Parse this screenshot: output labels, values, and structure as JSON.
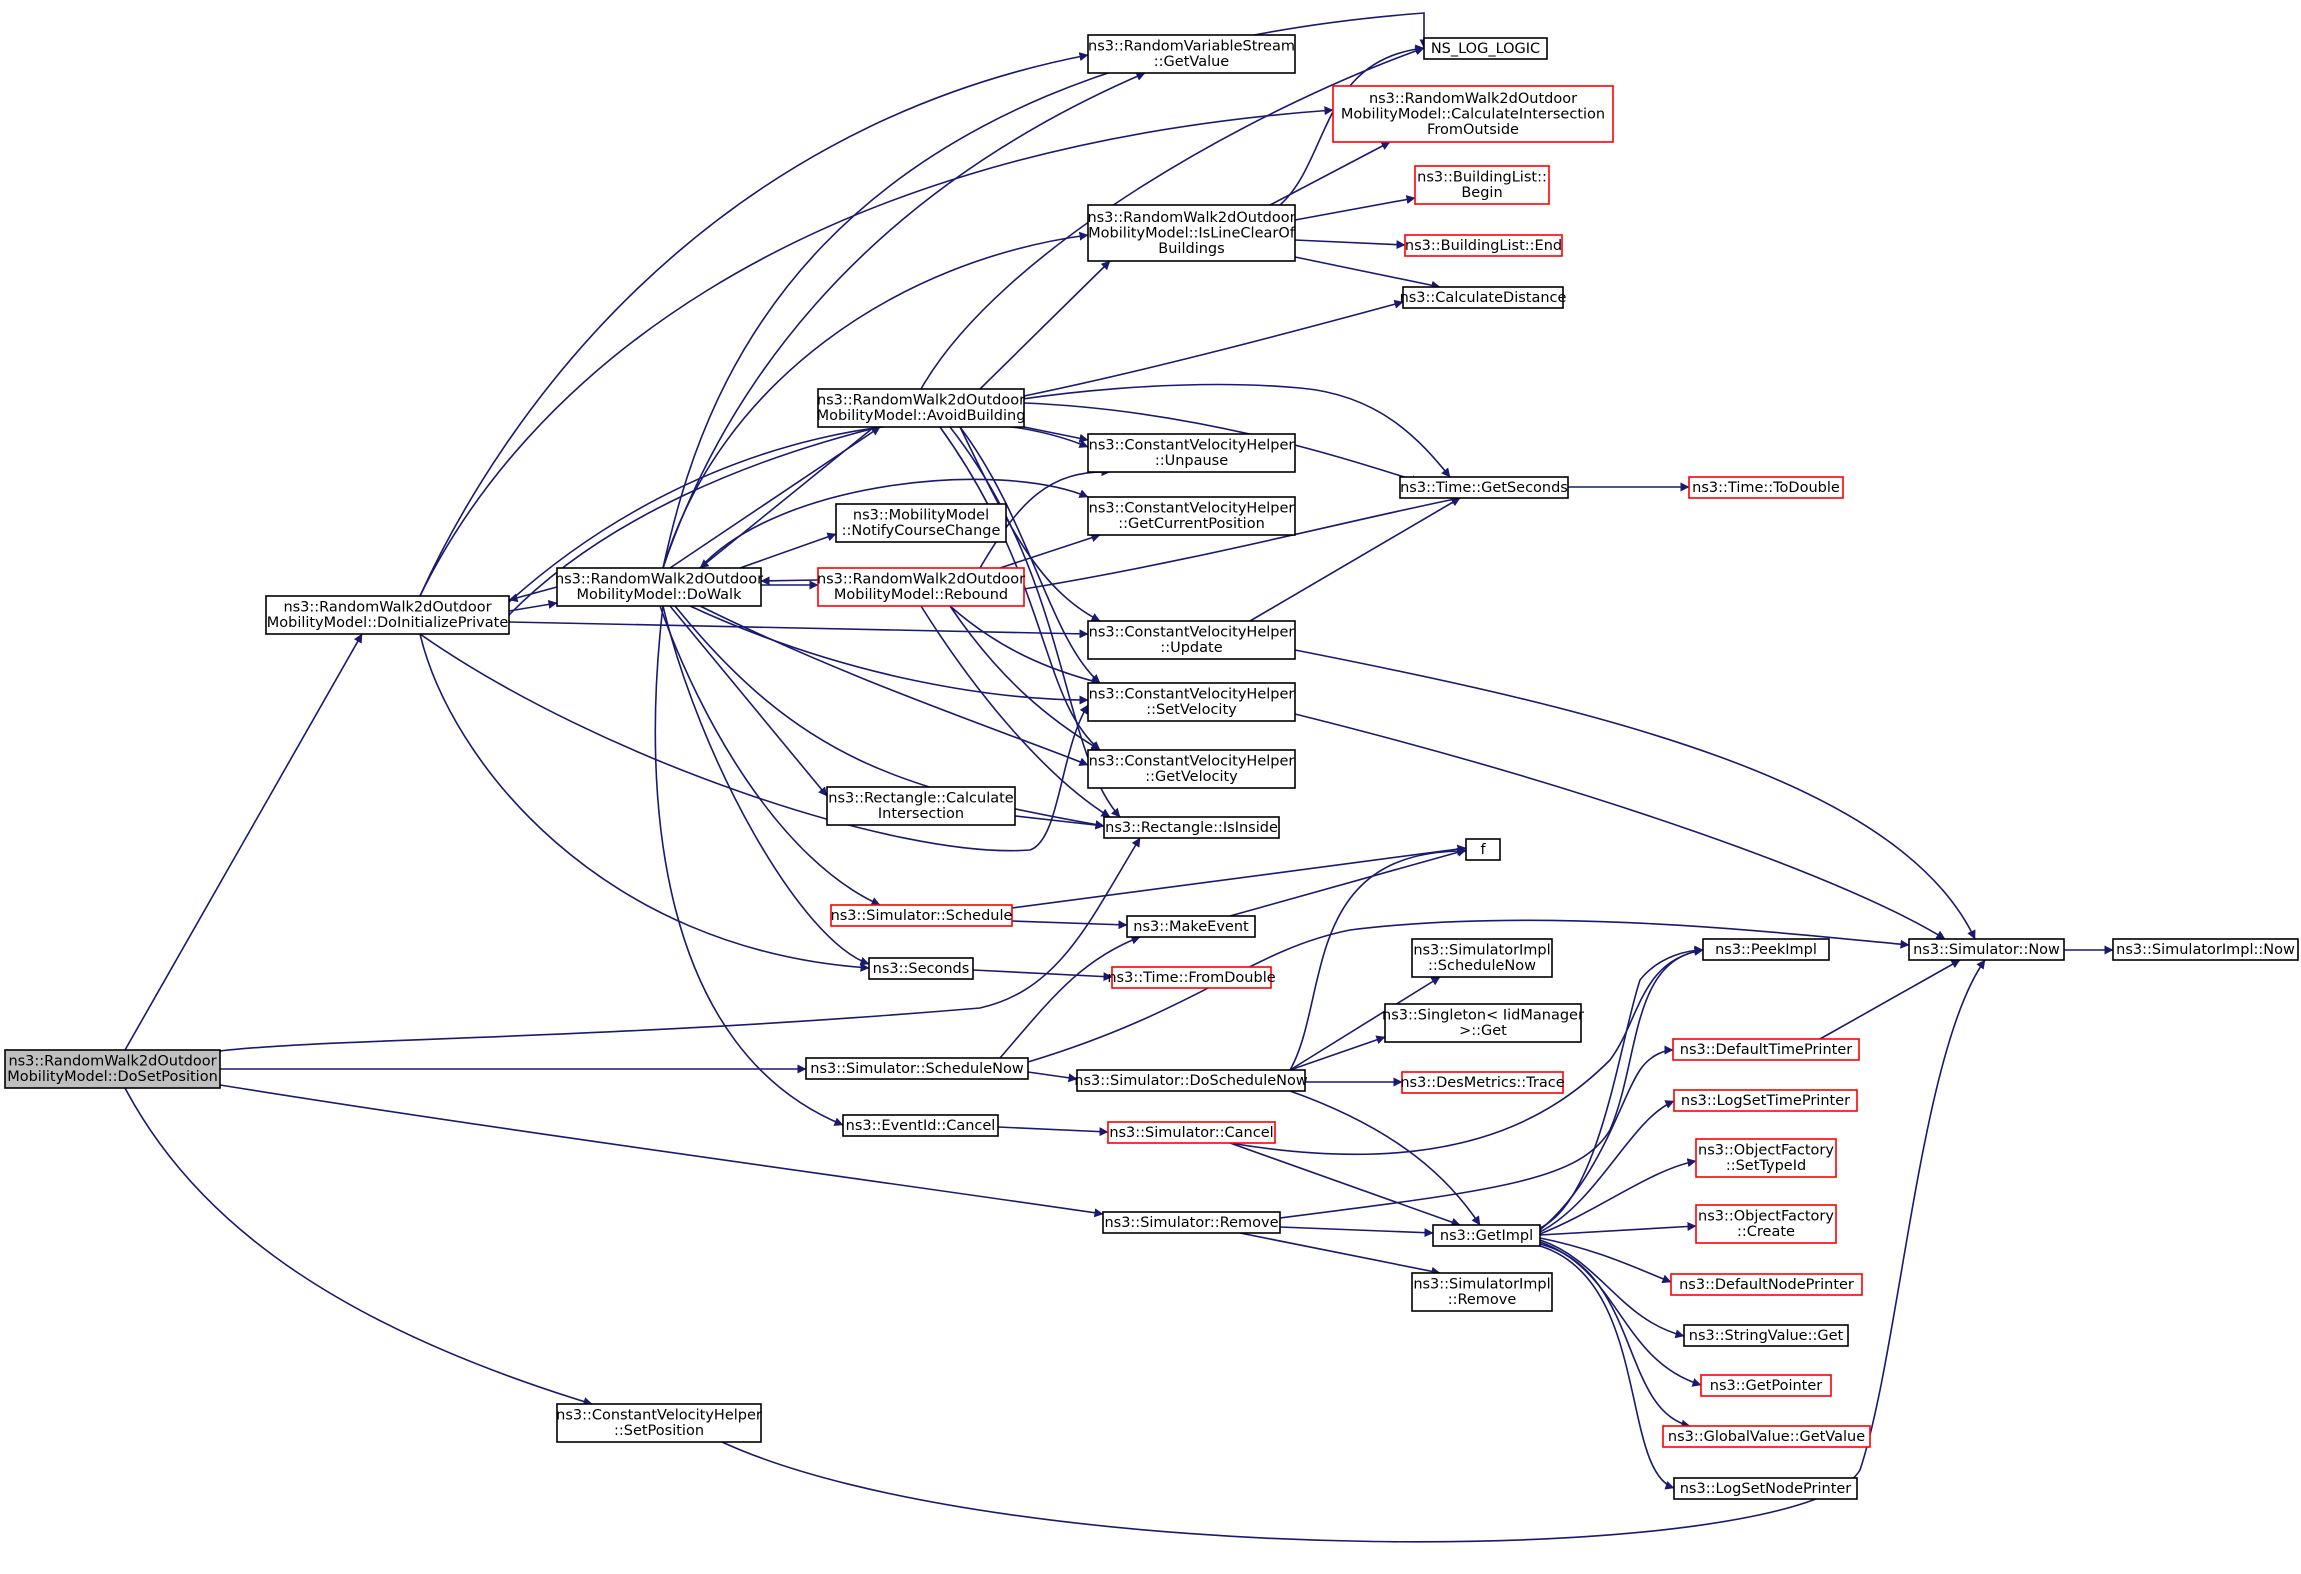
{
  "colors": {
    "edge": "#191970",
    "node_border": "#000000",
    "node_border_red": "#ff0000",
    "node_fill": "#ffffff",
    "root_fill": "#bfbfbf"
  },
  "nodes": [
    {
      "id": "doSetPosition",
      "lines": [
        "ns3::RandomWalk2dOutdoor",
        "MobilityModel::DoSetPosition"
      ],
      "style": "root"
    },
    {
      "id": "doInitializePrivate",
      "lines": [
        "ns3::RandomWalk2dOutdoor",
        "MobilityModel::DoInitializePrivate"
      ],
      "style": "black"
    },
    {
      "id": "doWalk",
      "lines": [
        "ns3::RandomWalk2dOutdoor",
        "MobilityModel::DoWalk"
      ],
      "style": "black"
    },
    {
      "id": "avoidBuilding",
      "lines": [
        "ns3::RandomWalk2dOutdoor",
        "MobilityModel::AvoidBuilding"
      ],
      "style": "black"
    },
    {
      "id": "rebound",
      "lines": [
        "ns3::RandomWalk2dOutdoor",
        "MobilityModel::Rebound"
      ],
      "style": "red"
    },
    {
      "id": "notifyCourseChange",
      "lines": [
        "ns3::MobilityModel",
        "::NotifyCourseChange"
      ],
      "style": "black"
    },
    {
      "id": "rectCalcIntersection",
      "lines": [
        "ns3::Rectangle::Calculate",
        "Intersection"
      ],
      "style": "black"
    },
    {
      "id": "simSchedule",
      "lines": [
        "ns3::Simulator::Schedule"
      ],
      "style": "red"
    },
    {
      "id": "seconds",
      "lines": [
        "ns3::Seconds"
      ],
      "style": "black"
    },
    {
      "id": "simScheduleNow",
      "lines": [
        "ns3::Simulator::ScheduleNow"
      ],
      "style": "black"
    },
    {
      "id": "eventIdCancel",
      "lines": [
        "ns3::EventId::Cancel"
      ],
      "style": "black"
    },
    {
      "id": "cvhSetPosition",
      "lines": [
        "ns3::ConstantVelocityHelper",
        "::SetPosition"
      ],
      "style": "black"
    },
    {
      "id": "rvsGetValue",
      "lines": [
        "ns3::RandomVariableStream",
        "::GetValue"
      ],
      "style": "black"
    },
    {
      "id": "isLineClear",
      "lines": [
        "ns3::RandomWalk2dOutdoor",
        "MobilityModel::IsLineClearOf",
        "Buildings"
      ],
      "style": "black"
    },
    {
      "id": "cvhUnpause",
      "lines": [
        "ns3::ConstantVelocityHelper",
        "::Unpause"
      ],
      "style": "black"
    },
    {
      "id": "cvhGetCurrentPosition",
      "lines": [
        "ns3::ConstantVelocityHelper",
        "::GetCurrentPosition"
      ],
      "style": "black"
    },
    {
      "id": "cvhUpdate",
      "lines": [
        "ns3::ConstantVelocityHelper",
        "::Update"
      ],
      "style": "black"
    },
    {
      "id": "cvhSetVelocity",
      "lines": [
        "ns3::ConstantVelocityHelper",
        "::SetVelocity"
      ],
      "style": "black"
    },
    {
      "id": "cvhGetVelocity",
      "lines": [
        "ns3::ConstantVelocityHelper",
        "::GetVelocity"
      ],
      "style": "black"
    },
    {
      "id": "rectIsInside",
      "lines": [
        "ns3::Rectangle::IsInside"
      ],
      "style": "black"
    },
    {
      "id": "makeEvent",
      "lines": [
        "ns3::MakeEvent"
      ],
      "style": "black"
    },
    {
      "id": "timeFromDouble",
      "lines": [
        "ns3::Time::FromDouble"
      ],
      "style": "red"
    },
    {
      "id": "simDoScheduleNow",
      "lines": [
        "ns3::Simulator::DoScheduleNow"
      ],
      "style": "black"
    },
    {
      "id": "simCancel",
      "lines": [
        "ns3::Simulator::Cancel"
      ],
      "style": "red"
    },
    {
      "id": "simRemove",
      "lines": [
        "ns3::Simulator::Remove"
      ],
      "style": "black"
    },
    {
      "id": "nsLogLogic",
      "lines": [
        "NS_LOG_LOGIC"
      ],
      "style": "black"
    },
    {
      "id": "calcIntersectionFromOutside",
      "lines": [
        "ns3::RandomWalk2dOutdoor",
        "MobilityModel::CalculateIntersection",
        "FromOutside"
      ],
      "style": "red"
    },
    {
      "id": "buildingListBegin",
      "lines": [
        "ns3::BuildingList::",
        "Begin"
      ],
      "style": "red"
    },
    {
      "id": "buildingListEnd",
      "lines": [
        "ns3::BuildingList::End"
      ],
      "style": "red"
    },
    {
      "id": "calculateDistance",
      "lines": [
        "ns3::CalculateDistance"
      ],
      "style": "black"
    },
    {
      "id": "timeGetSeconds",
      "lines": [
        "ns3::Time::GetSeconds"
      ],
      "style": "black"
    },
    {
      "id": "f",
      "lines": [
        "f"
      ],
      "style": "black"
    },
    {
      "id": "simImplScheduleNow",
      "lines": [
        "ns3::SimulatorImpl",
        "::ScheduleNow"
      ],
      "style": "black"
    },
    {
      "id": "singletonGet",
      "lines": [
        "ns3::Singleton< IidManager",
        " >::Get"
      ],
      "style": "black"
    },
    {
      "id": "desMetricsTrace",
      "lines": [
        "ns3::DesMetrics::Trace"
      ],
      "style": "red"
    },
    {
      "id": "getImpl",
      "lines": [
        "ns3::GetImpl"
      ],
      "style": "black"
    },
    {
      "id": "simImplRemove",
      "lines": [
        "ns3::SimulatorImpl",
        "::Remove"
      ],
      "style": "black"
    },
    {
      "id": "timeToDouble",
      "lines": [
        "ns3::Time::ToDouble"
      ],
      "style": "red"
    },
    {
      "id": "simNow",
      "lines": [
        "ns3::Simulator::Now"
      ],
      "style": "black"
    },
    {
      "id": "peekImpl",
      "lines": [
        "ns3::PeekImpl"
      ],
      "style": "black"
    },
    {
      "id": "defaultTimePrinter",
      "lines": [
        "ns3::DefaultTimePrinter"
      ],
      "style": "red"
    },
    {
      "id": "logSetTimePrinter",
      "lines": [
        "ns3::LogSetTimePrinter"
      ],
      "style": "red"
    },
    {
      "id": "objFactorySetTypeId",
      "lines": [
        "ns3::ObjectFactory",
        "::SetTypeId"
      ],
      "style": "red"
    },
    {
      "id": "objFactoryCreate",
      "lines": [
        "ns3::ObjectFactory",
        "::Create"
      ],
      "style": "red"
    },
    {
      "id": "defaultNodePrinter",
      "lines": [
        "ns3::DefaultNodePrinter"
      ],
      "style": "red"
    },
    {
      "id": "stringValueGet",
      "lines": [
        "ns3::StringValue::Get"
      ],
      "style": "black"
    },
    {
      "id": "getPointer",
      "lines": [
        "ns3::GetPointer"
      ],
      "style": "red"
    },
    {
      "id": "globalValueGetValue",
      "lines": [
        "ns3::GlobalValue::GetValue"
      ],
      "style": "red"
    },
    {
      "id": "logSetNodePrinter",
      "lines": [
        "ns3::LogSetNodePrinter"
      ],
      "style": "black"
    },
    {
      "id": "simImplNow",
      "lines": [
        "ns3::SimulatorImpl::Now"
      ],
      "style": "black"
    }
  ]
}
